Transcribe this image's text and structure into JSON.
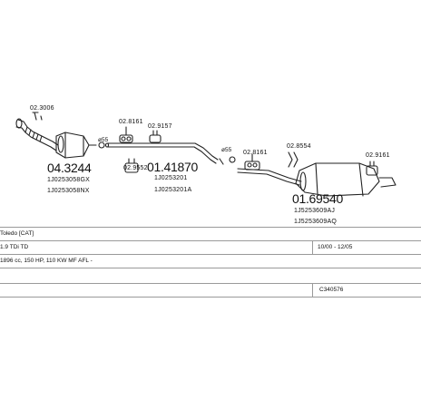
{
  "parts": {
    "p1": {
      "code": "02.3006"
    },
    "p2": {
      "code": "04.3244",
      "ref1": "1J0253058GX",
      "ref2": "1J0253058NX"
    },
    "p3": {
      "code": "ø55"
    },
    "p4": {
      "code": "02.8161"
    },
    "p5": {
      "code": "02.9157"
    },
    "p6": {
      "code": "02.9552"
    },
    "p7": {
      "code": "01.41870",
      "ref1": "1J0253201",
      "ref2": "1J0253201A"
    },
    "p8": {
      "code": "ø55"
    },
    "p9": {
      "code": "02.8161"
    },
    "p10": {
      "code": "02.8554"
    },
    "p11": {
      "code": "02.9161"
    },
    "p12": {
      "code": "01.69540",
      "ref1": "1J5253609AJ",
      "ref2": "1J5253609AQ"
    }
  },
  "vehicle": {
    "model": "Toledo  [CAT]",
    "engine": "1.9 TDi  TD",
    "years": "10/00 - 12/05",
    "spec": "1896 cc, 150 HP, 110 KW  MF AFL -",
    "part_number": "C340576"
  }
}
